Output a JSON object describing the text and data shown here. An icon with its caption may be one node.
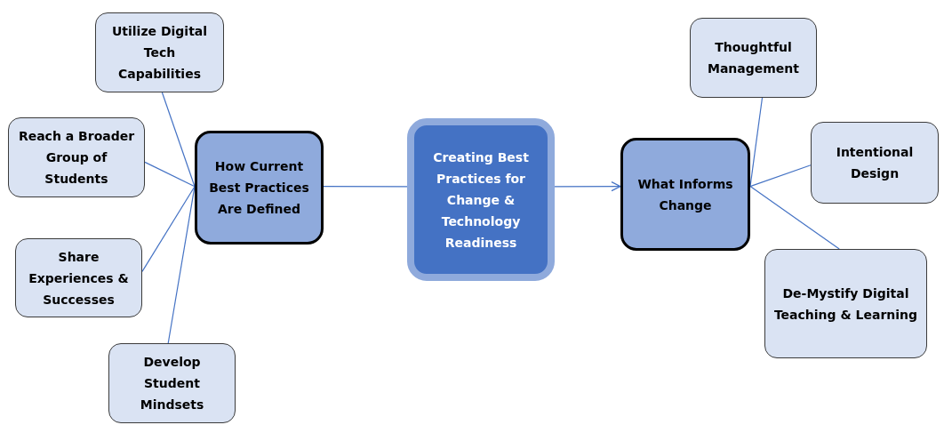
{
  "diagram": {
    "nodes": [
      {
        "text": [
          "Creating Best Practices for Change & Technology Readiness"
        ]
      },
      {
        "text": [
          "How Current Best Practices Are Defined"
        ]
      },
      {
        "text": [
          "What Informs Change"
        ]
      },
      {
        "text": [
          "Utilize Digital Tech Capabilities"
        ]
      },
      {
        "text": [
          "Reach a Broader Group of Students"
        ]
      },
      {
        "text": [
          "Share Experiences & Successes"
        ]
      },
      {
        "text": [
          "Develop Student Mindsets"
        ]
      },
      {
        "text": [
          "Thoughtful Management"
        ]
      },
      {
        "text": [
          "Intentional Design"
        ]
      },
      {
        "text": [
          "De-Mystify Digital Teaching & Learning"
        ]
      }
    ],
    "edges": [
      {
        "from": 0,
        "to": 1,
        "arrow": "none"
      },
      {
        "from": 0,
        "to": 2,
        "arrow": "to"
      },
      {
        "from": 1,
        "to": 3,
        "arrow": "none"
      },
      {
        "from": 1,
        "to": 4,
        "arrow": "none"
      },
      {
        "from": 1,
        "to": 5,
        "arrow": "none"
      },
      {
        "from": 1,
        "to": 6,
        "arrow": "none"
      },
      {
        "from": 2,
        "to": 7,
        "arrow": "none"
      },
      {
        "from": 2,
        "to": 8,
        "arrow": "none"
      },
      {
        "from": 2,
        "to": 9,
        "arrow": "none"
      }
    ]
  }
}
